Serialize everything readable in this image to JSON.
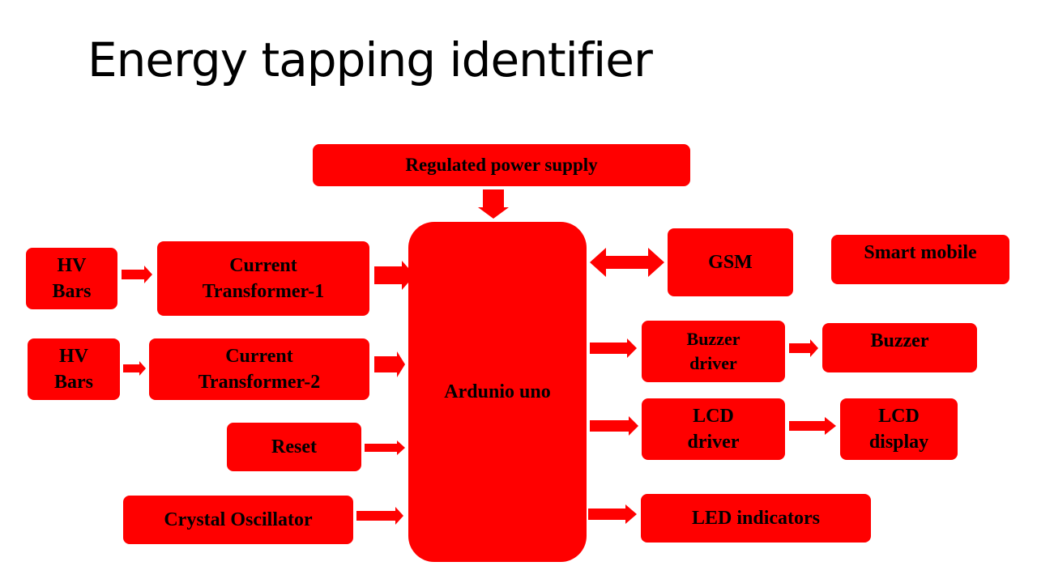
{
  "slide": {
    "title": "Energy tapping identifier"
  },
  "diagram": {
    "power_supply": "Regulated power supply",
    "hv_bars_1": "HV\nBars",
    "hv_bars_2": "HV\nBars",
    "ct1": "Current\nTransformer-1",
    "ct2": "Current\nTransformer-2",
    "reset": "Reset",
    "crystal": "Crystal Oscillator",
    "mcu": "Ardunio uno",
    "gsm": "GSM",
    "smart_mobile": "Smart mobile",
    "buzzer_driver": "Buzzer\ndriver",
    "buzzer": "Buzzer",
    "lcd_driver": "LCD\ndriver",
    "lcd_display": "LCD\ndisplay",
    "led_indicators": "LED indicators"
  },
  "colors": {
    "block_fill": "#ff0000",
    "text": "#000000",
    "background": "#ffffff"
  }
}
